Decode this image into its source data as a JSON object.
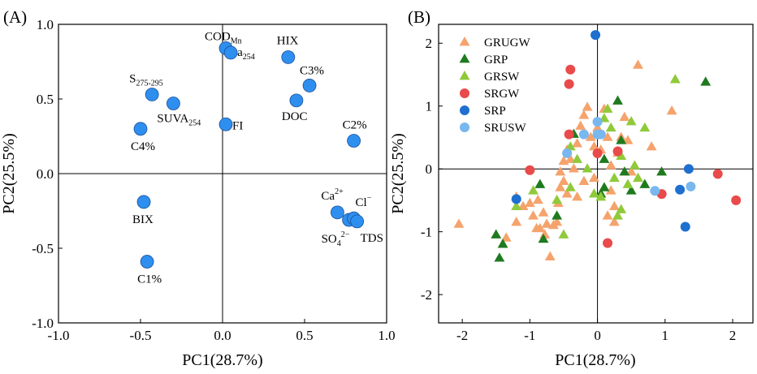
{
  "panels": [
    {
      "label": "(A)",
      "chart_data": {
        "type": "scatter",
        "xlabel": "PC1(28.7%)",
        "ylabel": "PC2(25.5%)",
        "xlim": [
          -1.0,
          1.0
        ],
        "ylim": [
          -1.0,
          1.0
        ],
        "xticks": [
          "-1.0",
          "-0.5",
          "0.0",
          "0.5",
          "1.0"
        ],
        "yticks": [
          "-1.0",
          "-0.5",
          "0.0",
          "0.5",
          "1.0"
        ],
        "marker_color": "#2e8fef",
        "points": [
          {
            "x": 0.02,
            "y": 0.84,
            "label": "COD",
            "sub": "Mn",
            "sup": "",
            "after": ""
          },
          {
            "x": 0.05,
            "y": 0.81,
            "label": "a",
            "sub": "254",
            "sup": "",
            "after": ""
          },
          {
            "x": 0.4,
            "y": 0.78,
            "label": "HIX",
            "sub": "",
            "sup": "",
            "after": ""
          },
          {
            "x": 0.53,
            "y": 0.59,
            "label": "C3%",
            "sub": "",
            "sup": "",
            "after": ""
          },
          {
            "x": 0.45,
            "y": 0.49,
            "label": "DOC",
            "sub": "",
            "sup": "",
            "after": ""
          },
          {
            "x": -0.43,
            "y": 0.53,
            "label": "S",
            "sub": "275-295",
            "sup": "",
            "after": ""
          },
          {
            "x": -0.3,
            "y": 0.47,
            "label": "SUVA",
            "sub": "254",
            "sup": "",
            "after": ""
          },
          {
            "x": 0.02,
            "y": 0.33,
            "label": "FI",
            "sub": "",
            "sup": "",
            "after": ""
          },
          {
            "x": -0.5,
            "y": 0.3,
            "label": "C4%",
            "sub": "",
            "sup": "",
            "after": ""
          },
          {
            "x": 0.8,
            "y": 0.22,
            "label": "C2%",
            "sub": "",
            "sup": "",
            "after": ""
          },
          {
            "x": -0.48,
            "y": -0.19,
            "label": "BIX",
            "sub": "",
            "sup": "",
            "after": ""
          },
          {
            "x": 0.7,
            "y": -0.26,
            "label": "Ca",
            "sub": "",
            "sup": "2+",
            "after": ""
          },
          {
            "x": 0.77,
            "y": -0.31,
            "label": "Cl",
            "sub": "",
            "sup": "−",
            "after": ""
          },
          {
            "x": 0.8,
            "y": -0.3,
            "label": "SO",
            "sub": "4",
            "sup": "2−",
            "after": ""
          },
          {
            "x": 0.82,
            "y": -0.32,
            "label": "TDS",
            "sub": "",
            "sup": "",
            "after": ""
          },
          {
            "x": -0.46,
            "y": -0.59,
            "label": "C1%",
            "sub": "",
            "sup": "",
            "after": ""
          }
        ]
      }
    },
    {
      "label": "(B)",
      "chart_data": {
        "type": "scatter",
        "xlabel": "PC1(28.7%)",
        "ylabel": "PC2(25.5%)",
        "xlim": [
          -2.35,
          2.3
        ],
        "ylim": [
          -2.45,
          2.3
        ],
        "xticks": [
          -2,
          -1,
          0,
          1,
          2
        ],
        "yticks": [
          -2,
          -1,
          0,
          1,
          2
        ],
        "legend_position": "top-left",
        "series": [
          {
            "name": "GRUGW",
            "marker": "triangle",
            "color": "#f5a36c",
            "points": [
              [
                -2.05,
                -0.88
              ],
              [
                -1.35,
                -1.1
              ],
              [
                -1.2,
                -0.85
              ],
              [
                -1.1,
                -0.6
              ],
              [
                -1.0,
                -0.55
              ],
              [
                -0.95,
                -0.75
              ],
              [
                -0.9,
                -0.95
              ],
              [
                -0.88,
                -0.5
              ],
              [
                -0.85,
                -0.95
              ],
              [
                -0.8,
                -0.7
              ],
              [
                -0.78,
                -1.05
              ],
              [
                -0.75,
                -0.88
              ],
              [
                -0.7,
                -1.4
              ],
              [
                -0.65,
                -0.9
              ],
              [
                -0.6,
                -0.85
              ],
              [
                -0.58,
                -0.55
              ],
              [
                -0.55,
                -0.3
              ],
              [
                -0.55,
                -0.05
              ],
              [
                -0.5,
                0.12
              ],
              [
                -0.5,
                -0.2
              ],
              [
                -0.45,
                -0.4
              ],
              [
                -0.45,
                0.3
              ],
              [
                -0.4,
                0.15
              ],
              [
                -0.35,
                0.0
              ],
              [
                -0.3,
                -0.45
              ],
              [
                -0.3,
                0.4
              ],
              [
                -0.25,
                0.68
              ],
              [
                -0.2,
                -0.2
              ],
              [
                -0.2,
                0.85
              ],
              [
                -0.15,
                0.98
              ],
              [
                -0.1,
                0.5
              ],
              [
                -0.05,
                0.35
              ],
              [
                -0.05,
                -0.15
              ],
              [
                0.0,
                0.65
              ],
              [
                0.05,
                0.3
              ],
              [
                0.05,
                -0.4
              ],
              [
                0.1,
                0.95
              ],
              [
                0.15,
                0.5
              ],
              [
                0.2,
                0.05
              ],
              [
                0.2,
                -0.35
              ],
              [
                0.25,
                -0.6
              ],
              [
                0.3,
                0.25
              ],
              [
                0.35,
                0.5
              ],
              [
                0.4,
                0.82
              ],
              [
                0.45,
                0.45
              ],
              [
                0.5,
                -0.05
              ],
              [
                0.6,
                1.65
              ],
              [
                0.8,
                0.35
              ],
              [
                1.1,
                0.92
              ],
              [
                0.25,
                -0.85
              ],
              [
                0.15,
                -0.75
              ],
              [
                -1.2,
                -0.45
              ]
            ]
          },
          {
            "name": "GRP",
            "marker": "triangle",
            "color": "#1f7a1f",
            "points": [
              [
                -1.5,
                -1.05
              ],
              [
                -1.45,
                -1.42
              ],
              [
                -1.4,
                -1.2
              ],
              [
                -0.8,
                -1.12
              ],
              [
                -0.6,
                -0.75
              ],
              [
                -0.35,
                0.55
              ],
              [
                0.05,
                -0.4
              ],
              [
                0.1,
                -0.3
              ],
              [
                0.1,
                0.15
              ],
              [
                0.3,
                1.08
              ],
              [
                0.35,
                0.45
              ],
              [
                0.4,
                -0.05
              ],
              [
                0.5,
                -0.35
              ],
              [
                0.7,
                -0.25
              ],
              [
                0.95,
                -0.05
              ],
              [
                1.6,
                1.38
              ],
              [
                -0.85,
                -0.25
              ]
            ]
          },
          {
            "name": "GRSW",
            "marker": "triangle",
            "color": "#8fca3a",
            "points": [
              [
                -1.2,
                -0.6
              ],
              [
                -0.6,
                -0.5
              ],
              [
                -0.4,
                -0.3
              ],
              [
                -0.4,
                0.35
              ],
              [
                -0.3,
                0.15
              ],
              [
                -0.15,
                0.0
              ],
              [
                -0.05,
                -0.4
              ],
              [
                0.05,
                -0.45
              ],
              [
                0.1,
                0.8
              ],
              [
                0.15,
                0.95
              ],
              [
                0.2,
                0.65
              ],
              [
                0.25,
                -0.15
              ],
              [
                0.35,
                0.2
              ],
              [
                0.45,
                -0.25
              ],
              [
                0.5,
                0.75
              ],
              [
                0.55,
                0.05
              ],
              [
                0.6,
                -0.15
              ],
              [
                0.7,
                0.65
              ],
              [
                1.15,
                1.42
              ],
              [
                0.3,
                -0.75
              ],
              [
                -0.5,
                -1.05
              ],
              [
                -0.95,
                -0.35
              ],
              [
                0.35,
                -0.65
              ]
            ]
          },
          {
            "name": "SRGW",
            "marker": "circle",
            "color": "#e94a4a",
            "points": [
              [
                -1.0,
                -0.02
              ],
              [
                -0.4,
                1.58
              ],
              [
                -0.42,
                1.35
              ],
              [
                -0.42,
                0.55
              ],
              [
                0.0,
                0.25
              ],
              [
                0.15,
                -1.18
              ],
              [
                0.3,
                0.28
              ],
              [
                0.95,
                -0.4
              ],
              [
                1.78,
                -0.08
              ],
              [
                2.05,
                -0.5
              ]
            ]
          },
          {
            "name": "SRP",
            "marker": "circle",
            "color": "#1e6fd0",
            "points": [
              [
                -0.03,
                2.13
              ],
              [
                -1.2,
                -0.48
              ],
              [
                1.35,
                0.0
              ],
              [
                1.22,
                -0.33
              ],
              [
                1.3,
                -0.92
              ]
            ]
          },
          {
            "name": "SRUSW",
            "marker": "circle",
            "color": "#79b7ef",
            "points": [
              [
                -0.45,
                0.25
              ],
              [
                -0.2,
                0.55
              ],
              [
                0.0,
                0.55
              ],
              [
                0.0,
                0.75
              ],
              [
                0.85,
                -0.35
              ],
              [
                1.38,
                -0.28
              ],
              [
                0.05,
                0.55
              ]
            ]
          }
        ]
      }
    }
  ]
}
